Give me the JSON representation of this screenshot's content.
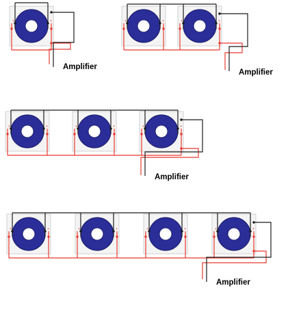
{
  "colors": {
    "positive": "#e8392f",
    "negative": "#1a1a1a",
    "speaker_cone": "#2b2e99",
    "speaker_cone_dark": "#1c1e6e",
    "speaker_box": "#f4f4f4",
    "speaker_box_border": "#c8c8c8",
    "background": "#ffffff"
  },
  "diagrams": [
    {
      "id": "single",
      "speaker_count": 1,
      "amp_label": "Amplifier"
    },
    {
      "id": "dual",
      "speaker_count": 2,
      "amp_label": "Amplifier"
    },
    {
      "id": "triple",
      "speaker_count": 3,
      "amp_label": "Amplifier"
    },
    {
      "id": "quad",
      "speaker_count": 4,
      "amp_label": "Amplifier"
    }
  ],
  "terminal_marks": {
    "positive": "+",
    "negative": "-"
  }
}
